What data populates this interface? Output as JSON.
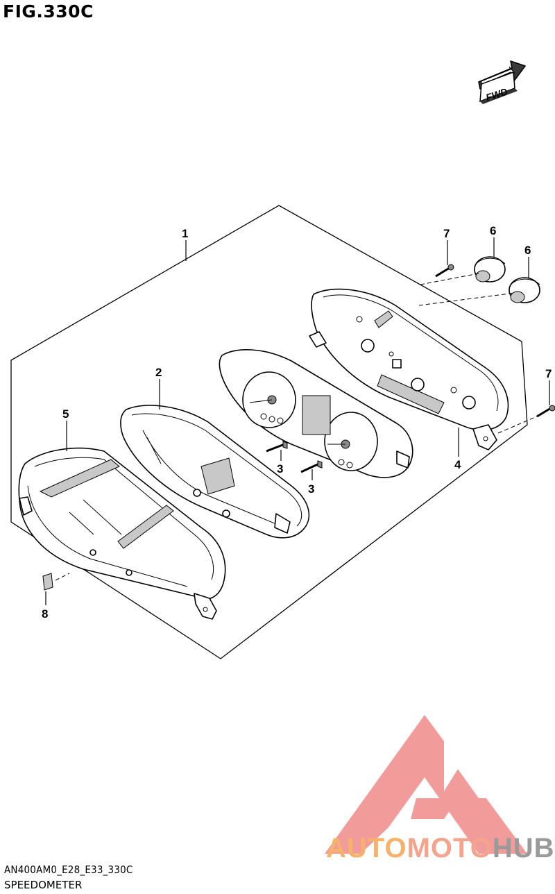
{
  "figure": {
    "title": "FIG.330C"
  },
  "fwd_label": "FWD",
  "callouts": {
    "c1": "1",
    "c2": "2",
    "c3a": "3",
    "c3b": "3",
    "c4": "4",
    "c5": "5",
    "c6a": "6",
    "c6b": "6",
    "c7a": "7",
    "c7b": "7",
    "c8": "8"
  },
  "footer": {
    "code": "AN400AM0_E28_E33_330C",
    "name": "SPEEDOMETER"
  },
  "watermark": {
    "part1": "AUTO",
    "part2": "MOTO",
    "part3": "HUB",
    "colors": {
      "auto": "#f6b26b",
      "moto": "#f4a48c",
      "hub": "#9a9a9a",
      "logo": "#f08a8a"
    }
  }
}
